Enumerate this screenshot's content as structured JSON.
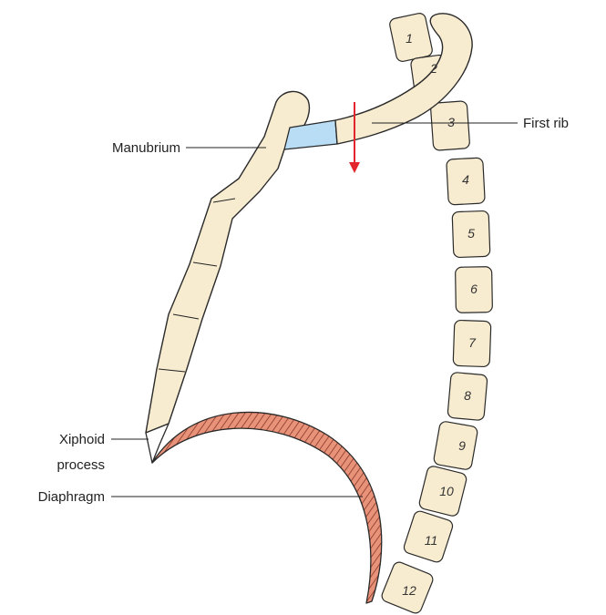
{
  "labels": {
    "manubrium": "Manubrium",
    "first_rib": "First rib",
    "xiphoid_line1": "Xiphoid",
    "xiphoid_line2": "process",
    "diaphragm": "Diaphragm"
  },
  "vertebrae": [
    "1",
    "2",
    "3",
    "4",
    "5",
    "6",
    "7",
    "8",
    "9",
    "10",
    "11",
    "12"
  ],
  "colors": {
    "bone": "#f8ecd0",
    "cartilage": "#b9ddf4",
    "diaphragm_muscle": "#e8927a",
    "arrow": "#e3262d",
    "outline": "#2a2a2a"
  },
  "icons": {
    "arrow": "down-arrow-icon"
  }
}
